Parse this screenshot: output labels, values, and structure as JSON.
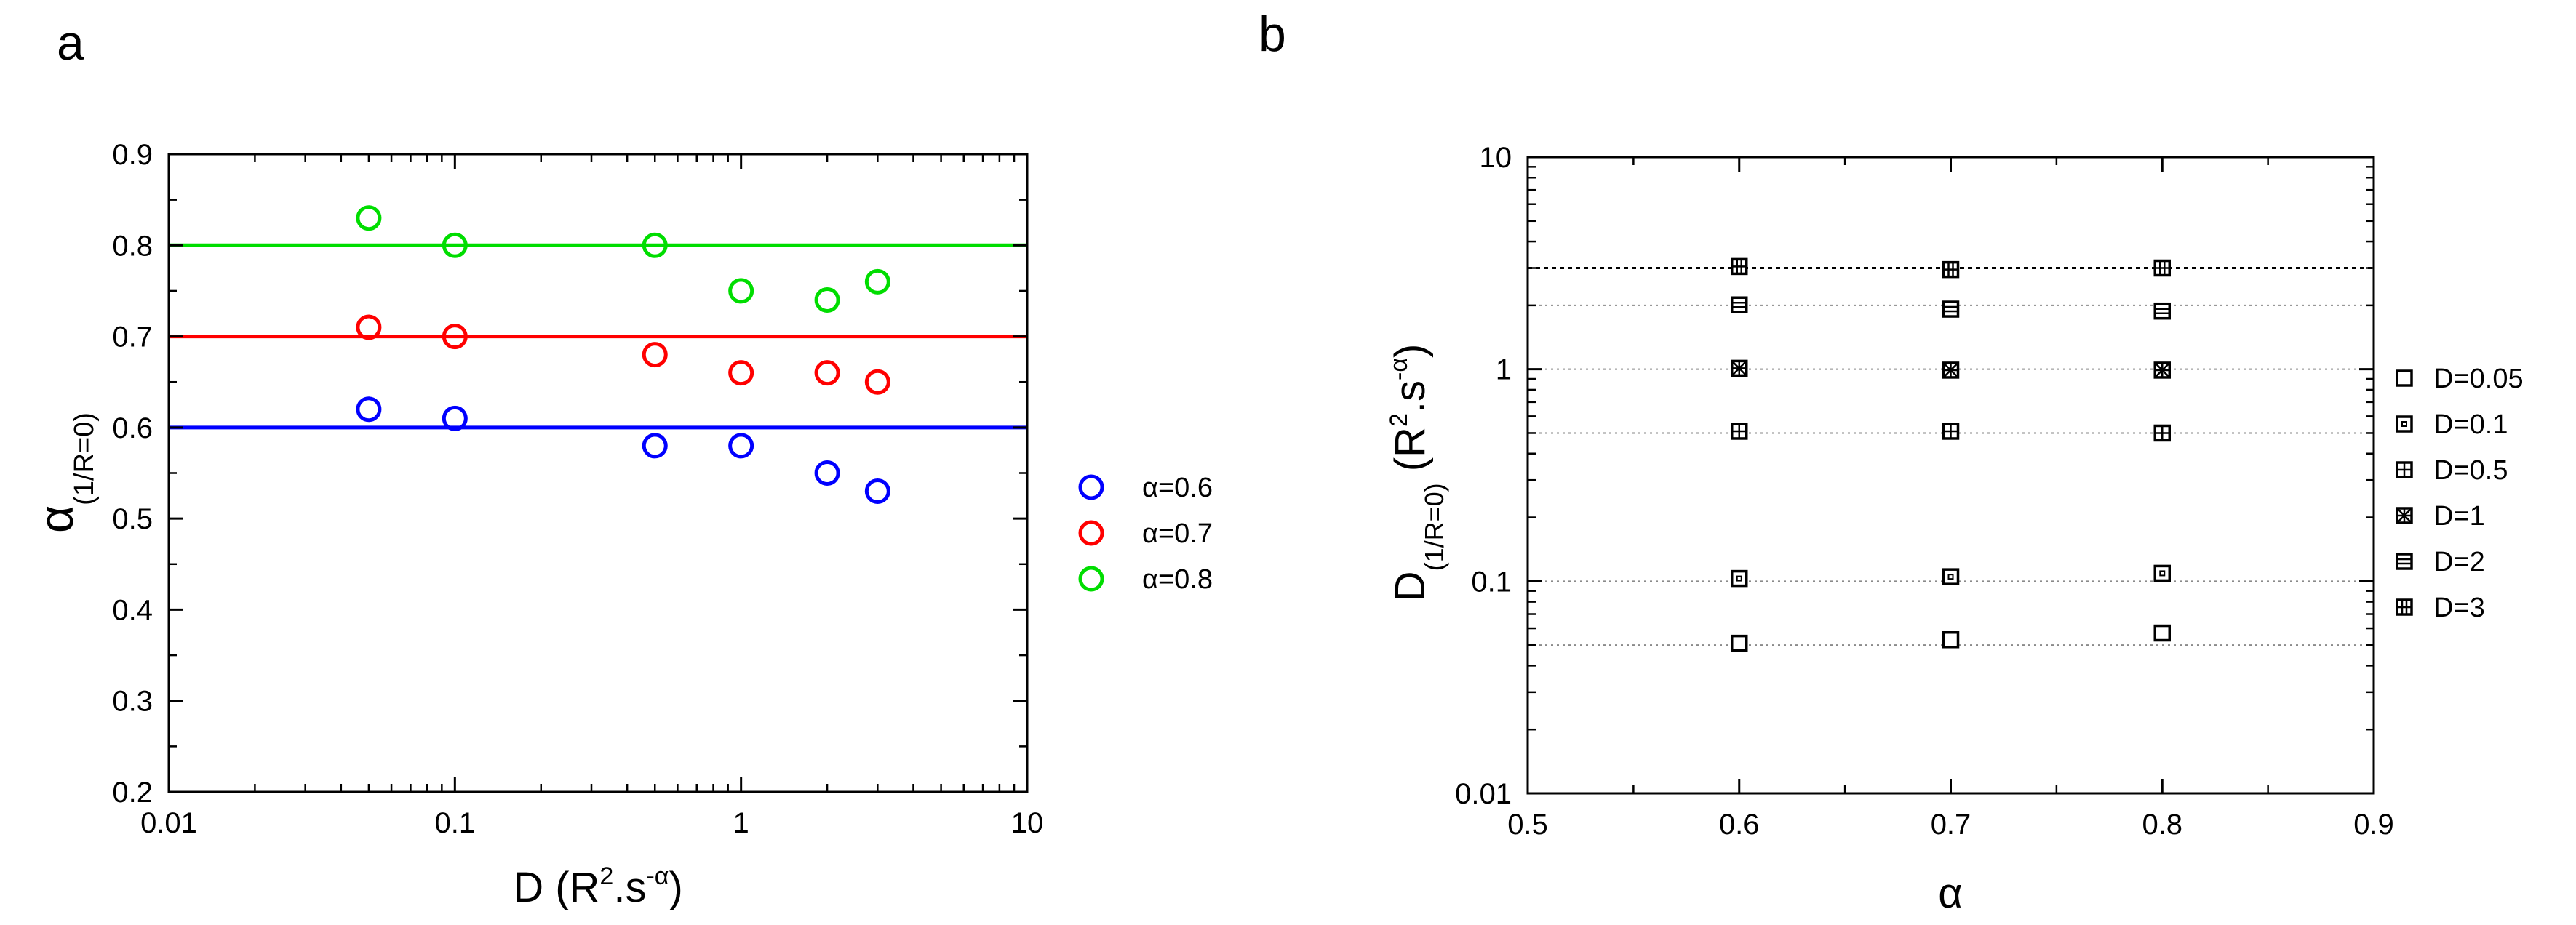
{
  "chart_data": [
    {
      "panel": "a",
      "type": "scatter",
      "title": "",
      "xlabel": "D (R².s⁻ᵅ)",
      "ylabel": "α(1/R=0)",
      "xscale": "log",
      "xlim": [
        0.01,
        10
      ],
      "ylim": [
        0.2,
        0.9
      ],
      "xticks": [
        "0.01",
        "0.1",
        "1",
        "10"
      ],
      "yticks": [
        "0.2",
        "0.3",
        "0.4",
        "0.5",
        "0.6",
        "0.7",
        "0.8",
        "0.9"
      ],
      "grid": false,
      "legend_position": "right",
      "x": [
        0.05,
        0.1,
        0.5,
        1,
        2,
        3
      ],
      "series": [
        {
          "name": "α=0.6",
          "color": "#0000ff",
          "values": [
            0.62,
            0.61,
            0.58,
            0.58,
            0.55,
            0.53
          ],
          "reference_line": 0.6
        },
        {
          "name": "α=0.7",
          "color": "#ff0000",
          "values": [
            0.71,
            0.7,
            0.68,
            0.66,
            0.66,
            0.65
          ],
          "reference_line": 0.7
        },
        {
          "name": "α=0.8",
          "color": "#00dd00",
          "values": [
            0.83,
            0.8,
            0.8,
            0.75,
            0.74,
            0.76
          ],
          "reference_line": 0.8
        }
      ]
    },
    {
      "panel": "b",
      "type": "scatter",
      "title": "",
      "xlabel": "α",
      "ylabel": "D(1/R=0) (R².s⁻ᵅ)",
      "yscale": "log",
      "xlim": [
        0.5,
        0.9
      ],
      "ylim": [
        0.01,
        10
      ],
      "xticks": [
        "0.5",
        "0.6",
        "0.7",
        "0.8",
        "0.9"
      ],
      "yticks": [
        "0.01",
        "0.1",
        "1",
        "10"
      ],
      "grid": false,
      "legend_position": "right",
      "x": [
        0.6,
        0.7,
        0.8
      ],
      "series": [
        {
          "name": "D=0.05",
          "color": "#000000",
          "values": [
            0.051,
            0.053,
            0.057
          ],
          "reference_line": 0.05
        },
        {
          "name": "D=0.1",
          "color": "#000000",
          "values": [
            0.103,
            0.105,
            0.109
          ],
          "reference_line": 0.1
        },
        {
          "name": "D=0.5",
          "color": "#000000",
          "values": [
            0.51,
            0.51,
            0.5
          ],
          "reference_line": 0.5
        },
        {
          "name": "D=1",
          "color": "#000000",
          "values": [
            1.01,
            0.99,
            0.99
          ],
          "reference_line": 1
        },
        {
          "name": "D=2",
          "color": "#000000",
          "values": [
            2.01,
            1.92,
            1.88
          ],
          "reference_line": 2
        },
        {
          "name": "D=3",
          "color": "#000000",
          "values": [
            3.05,
            2.95,
            3.0
          ],
          "reference_line": 3
        }
      ]
    }
  ]
}
